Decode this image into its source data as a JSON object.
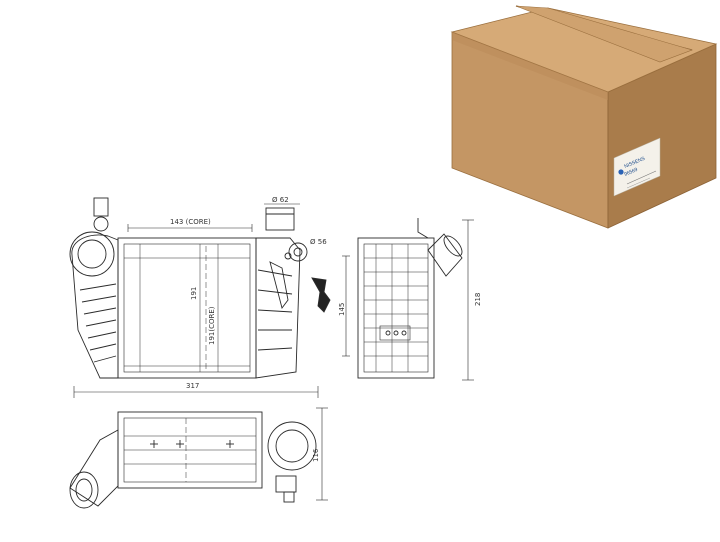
{
  "drawing": {
    "front_view": {
      "core_width_label": "143 (CORE)",
      "core_height_label": "191(CORE)",
      "overall_width_label": "317",
      "inlet_label": "Ø 62",
      "outlet_label": "Ø 56"
    },
    "side_view": {
      "inner_height_label": "145",
      "overall_height_label": "218"
    },
    "top_view": {
      "depth_label": "116"
    }
  },
  "box": {
    "brand_label": "NISSENS",
    "part_label": "96569"
  },
  "colors": {
    "line": "#2b2b2b",
    "box_face": "#c79a66",
    "box_side": "#a87a48",
    "box_top": "#d9ae7c",
    "label_blue": "#1a4a8a"
  }
}
